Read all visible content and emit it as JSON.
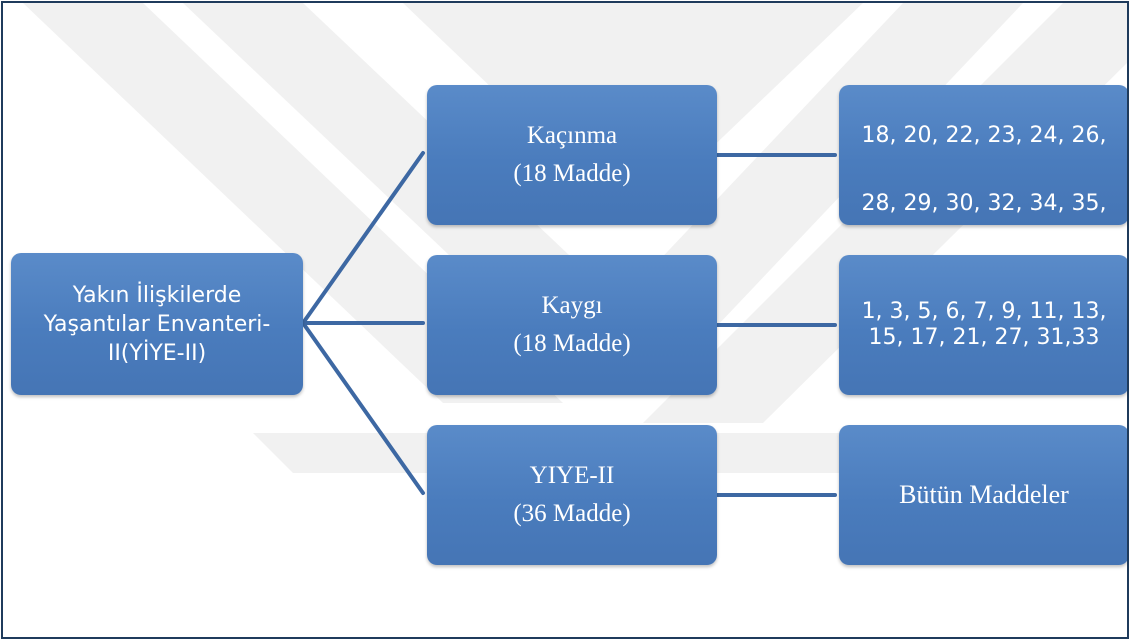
{
  "diagram": {
    "root": {
      "lines": [
        "Yakın İlişkilerde",
        "Yaşantılar Envanteri-",
        "II(YİYE-II)"
      ]
    },
    "branches": [
      {
        "id": "kacinma",
        "title": "Kaçınma",
        "subtitle": "(18 Madde)",
        "items_lines": [
          "18, 20, 22, 23, 24, 26,",
          "28, 29, 30, 32, 34, 35,"
        ]
      },
      {
        "id": "kaygi",
        "title": "Kaygı",
        "subtitle": "(18 Madde)",
        "items_lines": [
          "1, 3, 5, 6, 7, 9, 11, 13,",
          "15, 17, 21, 27, 31,33"
        ]
      },
      {
        "id": "yiye",
        "title": "YIYE-II",
        "subtitle": "(36 Madde)",
        "items_lines": [
          "Bütün Maddeler"
        ]
      }
    ]
  },
  "colors": {
    "box_fill": "#4a7cbd",
    "connector": "#3d68a3",
    "frame_border": "#1f3b5c",
    "watermark": "#f2f2f2"
  }
}
